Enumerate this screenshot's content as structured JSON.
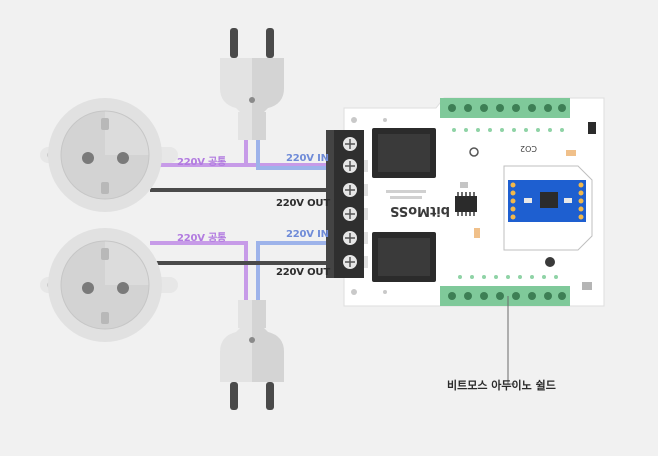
{
  "labels": {
    "common_top": "220V 공통",
    "in_top": "220V IN",
    "out_top": "220V OUT",
    "common_bottom": "220V 공통",
    "in_bottom": "220V IN",
    "out_bottom": "220V OUT",
    "shield_caption": "비트모스 아두이노 쉴드"
  },
  "board": {
    "brand": "bitMoSS",
    "module_label": "CO2"
  },
  "colors": {
    "common_wire": "#c79be8",
    "in_wire": "#9db3ea",
    "out_wire": "#4a4a4a",
    "terminal_green": "#7fc99a",
    "relay": "#2b2b2b",
    "sensor_module": "#1e5fd0"
  }
}
